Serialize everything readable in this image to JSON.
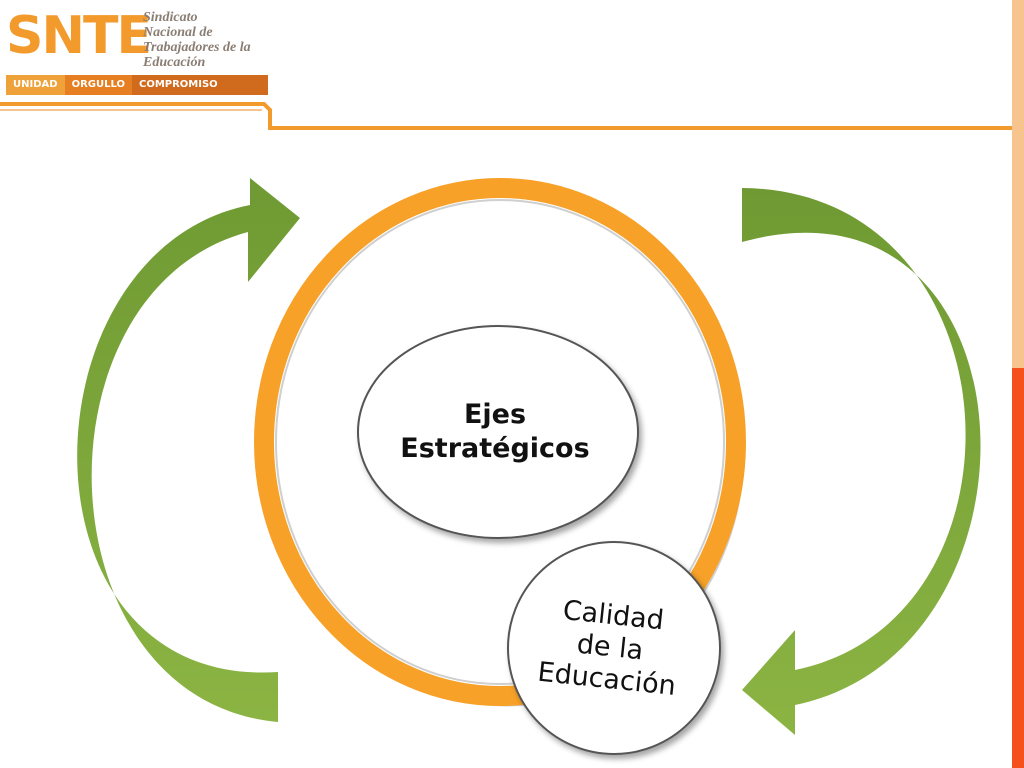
{
  "header": {
    "logo_word": "SNTE",
    "logo_line1": "Sindicato",
    "logo_line2": "Nacional de",
    "logo_line3": "Trabajadores de la",
    "logo_line4": "Educación",
    "tagline": [
      "UNIDAD",
      "ORGULLO",
      "COMPROMISO"
    ]
  },
  "diagram": {
    "center_line1": "Ejes",
    "center_line2": "Estratégicos",
    "node_line1": "Calidad",
    "node_line2": "de la",
    "node_line3": "Educación"
  },
  "colors": {
    "orange_ring": "#f7a128",
    "arrow_green": "#7da83a",
    "logo_orange": "#f39a2c",
    "accent_red": "#f4511e"
  }
}
